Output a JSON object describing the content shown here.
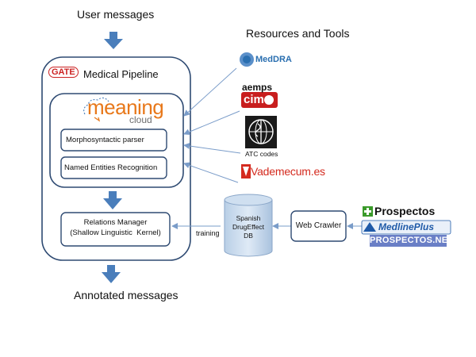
{
  "header": {
    "user_messages": "User messages",
    "resources_tools": "Resources and Tools"
  },
  "pipeline": {
    "gate_logo": "GATE",
    "title": "Medical Pipeline",
    "meaning_text": "meaning",
    "cloud_text": "cloud",
    "morpho": "Morphosyntactic parser",
    "ner": "Named Entities Recognition",
    "relations_line1": "Relations Manager",
    "relations_line2": "(Shallow Linguistic  Kernel)"
  },
  "footer": {
    "annotated": "Annotated messages"
  },
  "resources": {
    "meddra": "MedDRA",
    "aemps": "aemps",
    "cima": "cim",
    "atc": "ATC codes",
    "vademecum": "Vademecum.es"
  },
  "db": {
    "line1": "Spanish",
    "line2": "DrugEffect",
    "line3": "DB"
  },
  "training": "training",
  "crawler": "Web Crawler",
  "sources": {
    "prospectos": "Prospectos",
    "medlineplus": "MedlinePlus",
    "prospectos_net": "PROSPECTOS.NET"
  },
  "colors": {
    "arrow_blue": "#4a7ebb",
    "box_border": "#2e4a72",
    "meaning_orange": "#e8781a",
    "cloud_gray": "#6d6d6d",
    "gate_red": "#cc2222",
    "vademecum_red": "#d42a1e",
    "prospectos_green": "#3a9a2a",
    "medline_blue": "#1f5aa8"
  }
}
